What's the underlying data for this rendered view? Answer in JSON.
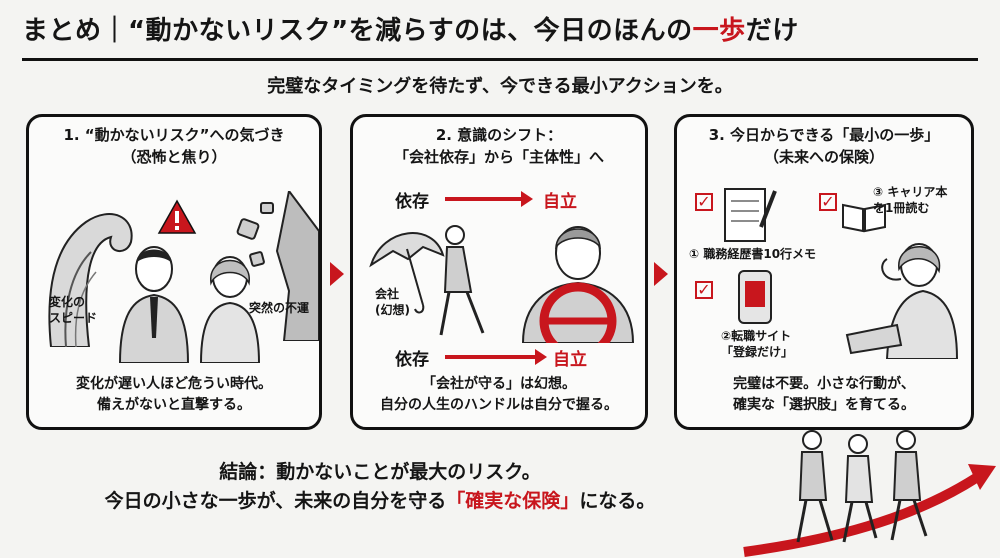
{
  "header": {
    "title_main": "まとめ｜“動かないリスク”を減らすのは、今日のほんの",
    "title_highlight": "一歩",
    "title_end": "だけ"
  },
  "subtitle": "完璧なタイミングを待たず、今できる最小アクションを。",
  "panels": [
    {
      "title_line1": "1. “動かないリスク”への気づき",
      "title_line2": "（恐怖と焦り）",
      "labels": {
        "speed": "変化の\nスピード",
        "misfortune": "突然の不運"
      },
      "caption_line1": "変化が遅い人ほど危うい時代。",
      "caption_line2": "備えがないと直撃する。"
    },
    {
      "title_line1": "2. 意識のシフト：",
      "title_line2": "「会社依存」から「主体性」へ",
      "from_label": "依存",
      "to_label": "自立",
      "company_label": "会社\n(幻想)",
      "caption_line1": "「会社が守る」は幻想。",
      "caption_line2": "自分の人生のハンドルは自分で握る。"
    },
    {
      "title_line1": "3. 今日からできる「最小の一歩」",
      "title_line2": "（未来への保険）",
      "actions": [
        "① 職務経歴書10行メモ",
        "②転職サイト\n「登録だけ」",
        "③ キャリア本\nを1冊読む"
      ],
      "caption_line1": "完璧は不要。小さな行動が、",
      "caption_line2": "確実な「選択肢」を育てる。"
    }
  ],
  "conclusion": {
    "line1": "結論：動かないことが最大のリスク。",
    "line2_start": "今日の小さな一歩が、未来の自分を守る",
    "line2_highlight": "「確実な保険」",
    "line2_end": "になる。"
  },
  "colors": {
    "accent": "#c8161d",
    "ink": "#111111",
    "background": "#f4f4f2"
  }
}
